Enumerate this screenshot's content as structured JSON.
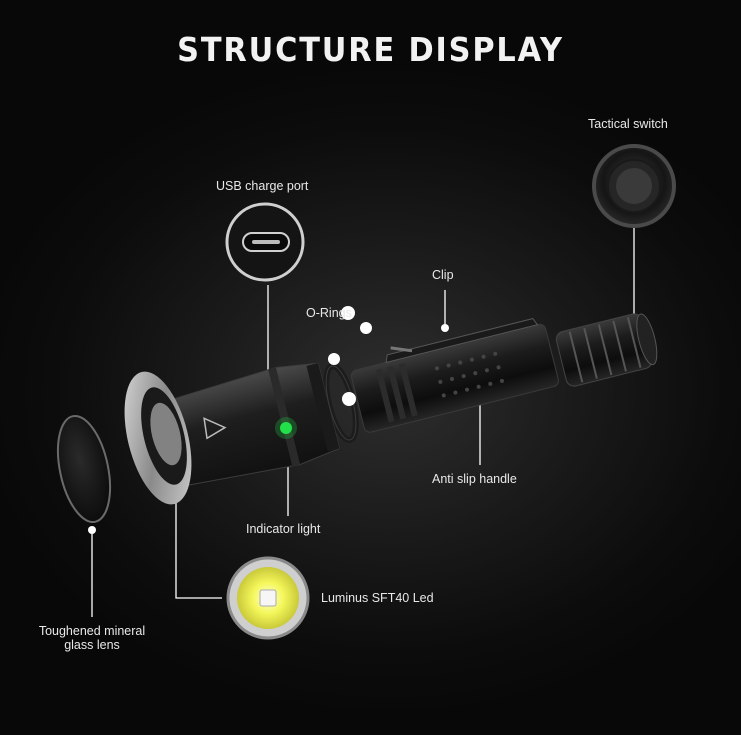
{
  "title": "STRUCTURE DISPLAY",
  "labels": {
    "tactical_switch": "Tactical switch",
    "usb_port": "USB charge port",
    "clip": "Clip",
    "o_rings": "O-Rings",
    "anti_slip": "Anti slip handle",
    "indicator": "Indicator light",
    "led": "Luminus SFT40 Led",
    "lens_line1": "Toughened mineral",
    "lens_line2": "glass lens"
  },
  "colors": {
    "indicator_led": "#22e04a",
    "led_core": "#f4f75a",
    "leader_line": "#ffffff"
  }
}
